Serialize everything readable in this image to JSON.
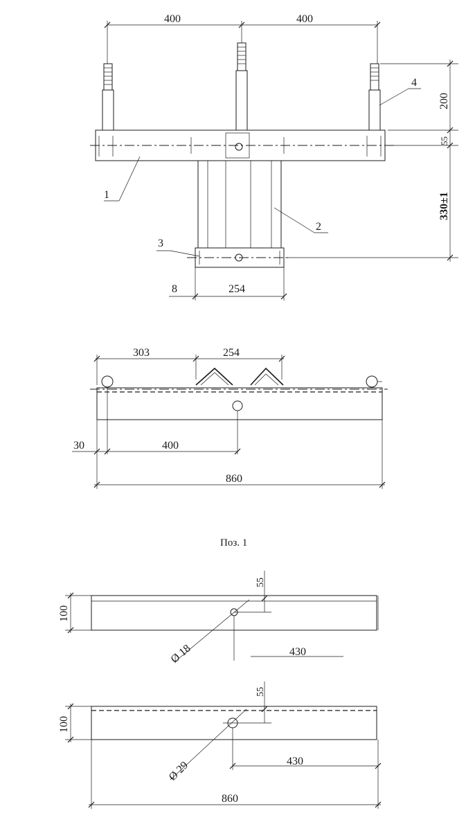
{
  "top_view": {
    "dim_span_left": "400",
    "dim_span_right": "400",
    "dim_height_top": "200",
    "dim_55": "55",
    "dim_330": "330±1",
    "dim_width_254": "254",
    "dim_offset_8": "8",
    "part_1": "1",
    "part_2": "2",
    "part_3": "3",
    "part_4": "4"
  },
  "side_view": {
    "dim_303": "303",
    "dim_254": "254",
    "dim_30": "30",
    "dim_400": "400",
    "dim_860": "860"
  },
  "position_caption": "Поз. 1",
  "part_a": {
    "dim_height": "100",
    "dim_55": "55",
    "dim_diameter": "Ø 18",
    "dim_430": "430"
  },
  "part_b": {
    "dim_height": "100",
    "dim_55": "55",
    "dim_diameter": "Ø 29",
    "dim_430": "430",
    "dim_860": "860"
  }
}
